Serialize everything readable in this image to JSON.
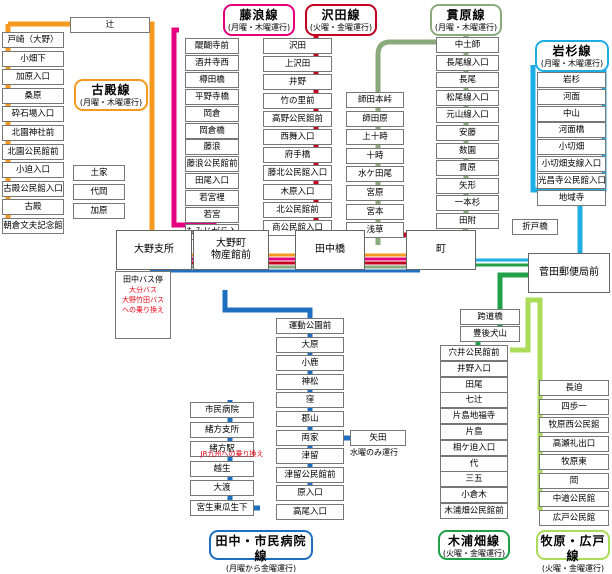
{
  "colors": {
    "furutono": "#f39a1e",
    "fujinami": "#e5007f",
    "sawada": "#c40020",
    "kumihara": "#8aaa7c",
    "iwasugi": "#1eaee6",
    "tanaka": "#1f6fc0",
    "kiura": "#22a047",
    "makiharu": "#aadc58"
  },
  "lines": {
    "furutono": {
      "name": "古殿線",
      "days": "(月曜・木曜運行)"
    },
    "fujinami": {
      "name": "藤浪線",
      "days": "(月曜・木曜運行)"
    },
    "sawada": {
      "name": "沢田線",
      "days": "(火曜・金曜運行)"
    },
    "kumihara": {
      "name": "貫原線",
      "days": "(月曜・木曜運行)"
    },
    "iwasugi": {
      "name": "岩杉線",
      "days": "(月曜・木曜運行)"
    },
    "tanaka": {
      "name": "田中・市民病院線",
      "days": "(月曜から金曜運行)"
    },
    "kiura": {
      "name": "木浦畑線",
      "days": "(火曜・金曜運行)"
    },
    "makiharu": {
      "name": "牧原・広戸線",
      "days": "(火曜・金曜運行)"
    }
  },
  "hubs": {
    "ono": "大野支所",
    "bussan_1": "大野町",
    "bussan_2": "物産館前",
    "tanakabashi": "田中橋",
    "machi": "町",
    "sugata": "菅田郵便局前"
  },
  "bus_stop": {
    "label": "田中バス停",
    "note1": "大分バス",
    "note2": "大野竹田バス",
    "note3": "への乗り換え"
  },
  "yada_note": "水曜のみ運行",
  "station_note": "JR九州への乗り換え",
  "stops": {
    "top_tsuji": "辻",
    "furutono_col1": [
      "戸崎（大野）",
      "小畑下",
      "加原入口",
      "桑原",
      "砕石場入口",
      "北園神社前",
      "北園公民館前",
      "小迫入口",
      "古殿公民館入口",
      "古殿",
      "朝倉文夫記念館"
    ],
    "furutono_col2": [
      "土家",
      "代岡",
      "加原"
    ],
    "fujinami": [
      "醍醐寺前",
      "酒井寺西",
      "樽田橋",
      "平野寺橋",
      "岡倉",
      "岡倉橋",
      "藤浪",
      "藤浪公民館前",
      "田尾入口",
      "若宮裡",
      "若宮",
      "もみじが丘入口"
    ],
    "sawada": [
      "沢田",
      "上沢田",
      "井野",
      "竹の里前",
      "高野公民館前",
      "西舞入口",
      "府手橋",
      "藤北公民館入口",
      "木原入口",
      "北公民館前",
      "商公民館入口"
    ],
    "middle": [
      "師田本峠",
      "師田原",
      "上十時",
      "十時",
      "水ケ田尾",
      "宮原",
      "宮本",
      "浅草"
    ],
    "kumihara": [
      "中土師",
      "長尾線入口",
      "長尾",
      "松尾線入口",
      "元山線入口",
      "安藤",
      "数園",
      "貫原",
      "矢形",
      "一本杉",
      "田附"
    ],
    "iwasugi": [
      "岩杉",
      "河面",
      "中山",
      "河面橋",
      "小切畑",
      "小切畑支線入口",
      "光昌寺公民館入口",
      "地域寺"
    ],
    "oritobashi": "折戸橋",
    "tanaka_center": [
      "運動公園前",
      "大原",
      "小鹿",
      "神松",
      "窪",
      "郡山",
      "両家",
      "津留",
      "津留公民館前",
      "原入口",
      "高尾入口"
    ],
    "yada": "矢田",
    "tanaka_left": [
      "市民病院",
      "緒方支所",
      "緒方駅",
      "越生",
      "大渡",
      "宮生東瓜生下"
    ],
    "kiura_upper": [
      "跨道橋",
      "豊後犬山"
    ],
    "kiura": [
      "穴井公民館前",
      "井野入口",
      "田尾",
      "七辻",
      "片島地福寺",
      "片島",
      "相ケ迫入口",
      "代",
      "三五",
      "小倉木",
      "木浦畑公民館前"
    ],
    "makiharu": [
      "長迫",
      "四歩一",
      "牧原西公民館",
      "高瀬礼出口",
      "牧原東",
      "岡",
      "中道公民館",
      "広戸公民館"
    ]
  }
}
